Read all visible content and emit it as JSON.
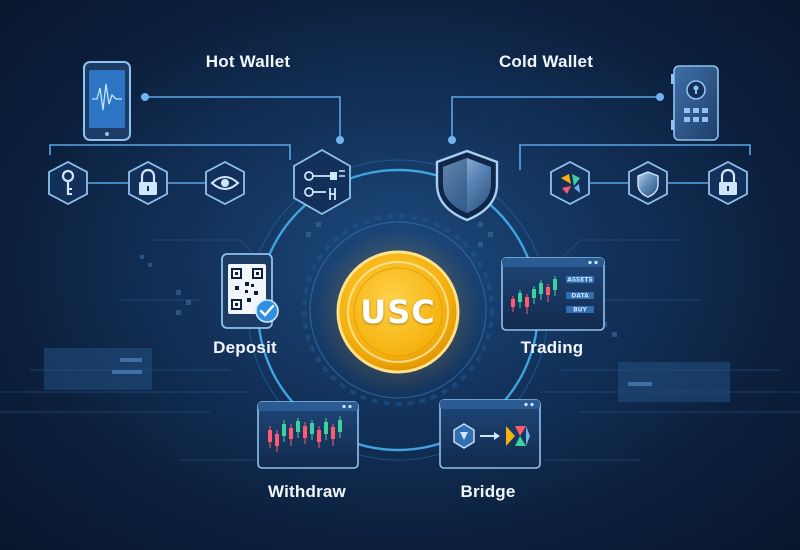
{
  "labels": {
    "hot_wallet": "Hot Wallet",
    "cold_wallet": "Cold Wallet",
    "deposit": "Deposit",
    "trading": "Trading",
    "withdraw": "Withdraw",
    "bridge": "Bridge"
  },
  "coin": {
    "symbol": "USC"
  },
  "trading_panel": {
    "buttons": [
      "ASSETS",
      "DATA",
      "BUY"
    ]
  },
  "colors": {
    "background": "#0b1e3a",
    "ring": "#3fa3e0",
    "coin_gold": "#f5b20f",
    "coin_light": "#ffd24a",
    "icon_outline": "#8fc2ee",
    "panel_fill": "#1a3a66",
    "candle_up": "#3fd0a0",
    "candle_down": "#ff5a6e",
    "check_badge": "#2f8fe0"
  },
  "icons": {
    "hot_wallet": "smartphone-icon",
    "cold_wallet": "hardware-safe-icon",
    "left_hexagons": [
      "key-icon",
      "padlock-icon",
      "eye-icon"
    ],
    "right_hexagons": [
      "crypto-token-icon",
      "shield-icon",
      "padlock-icon"
    ],
    "top_left_node": "keys-icon",
    "top_right_node": "shield-icon",
    "deposit": "qr-code-icon",
    "trading": "candlestick-chart-icon",
    "withdraw": "candlestick-chart-icon",
    "bridge": "token-swap-arrow-icon"
  }
}
